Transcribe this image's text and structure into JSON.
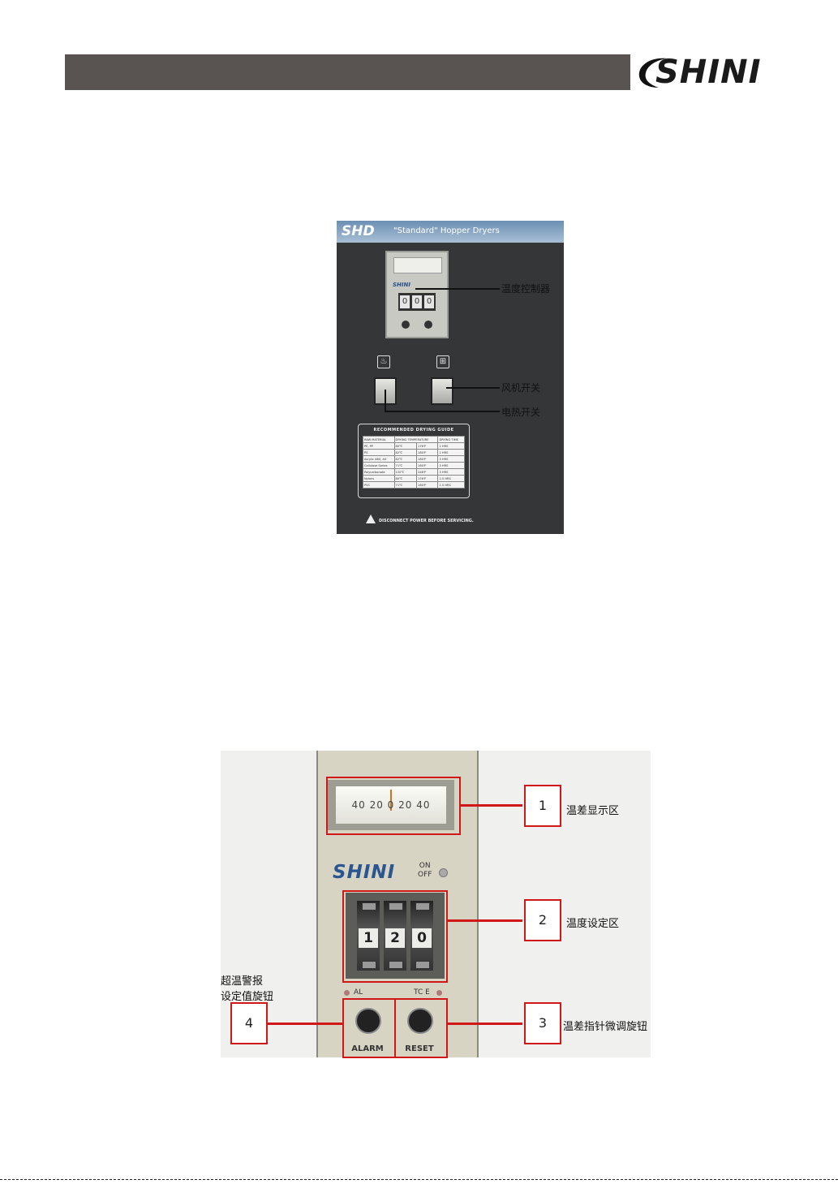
{
  "header": {
    "logo_text": "SHINI"
  },
  "panel": {
    "model": "SHD",
    "subtitle": "\"Standard\" Hopper Dryers",
    "controller_brand": "SHINI",
    "controller_digits": [
      "0",
      "0",
      "0"
    ],
    "heater_icon": "flame-icon",
    "fan_icon": "fan-icon",
    "guide": {
      "title": "RECOMMENDED DRYING GUIDE",
      "columns": [
        "RAW MATERIAL",
        "DRYING TEMPERATURE",
        "",
        "DRYING TIME"
      ],
      "rows": [
        [
          "PE, PP",
          "80℃",
          "176℉",
          "2 HRS"
        ],
        [
          "PS",
          "82℃",
          "180℉",
          "2 HRS"
        ],
        [
          "Acrylic ABS, AS",
          "82℃",
          "180℉",
          "3 HRS"
        ],
        [
          "Cellulose Series",
          "71℃",
          "160℉",
          "3 HRS"
        ],
        [
          "Polycarbonate",
          "120℃",
          "248℉",
          "3 HRS"
        ],
        [
          "Nylons",
          "80℃",
          "176℉",
          "2.5 HRS"
        ],
        [
          "PVC",
          "71℃",
          "160℉",
          "1.5 HRS"
        ]
      ]
    },
    "warning": "DISCONNECT POWER BEFORE SERVICING."
  },
  "callouts": {
    "temp_controller": "温度控制器",
    "fan_switch": "风机开关",
    "heater_switch": "电热开关"
  },
  "controller": {
    "meter_scale": "40 20 0 20 40",
    "brand": "SHINI",
    "on_label": "ON",
    "off_label": "OFF",
    "digits": [
      "1",
      "2",
      "0"
    ],
    "al_label": "AL",
    "tc_label": "TC E",
    "alarm_label": "ALARM",
    "reset_label": "RESET"
  },
  "annotations": {
    "n1": "1",
    "t1": "温差显示区",
    "n2": "2",
    "t2": "温度设定区",
    "n3": "3",
    "t3": "温差指针微调旋钮",
    "n4": "4",
    "t4_line1": "超温警报",
    "t4_line2": "设定值旋钮"
  }
}
